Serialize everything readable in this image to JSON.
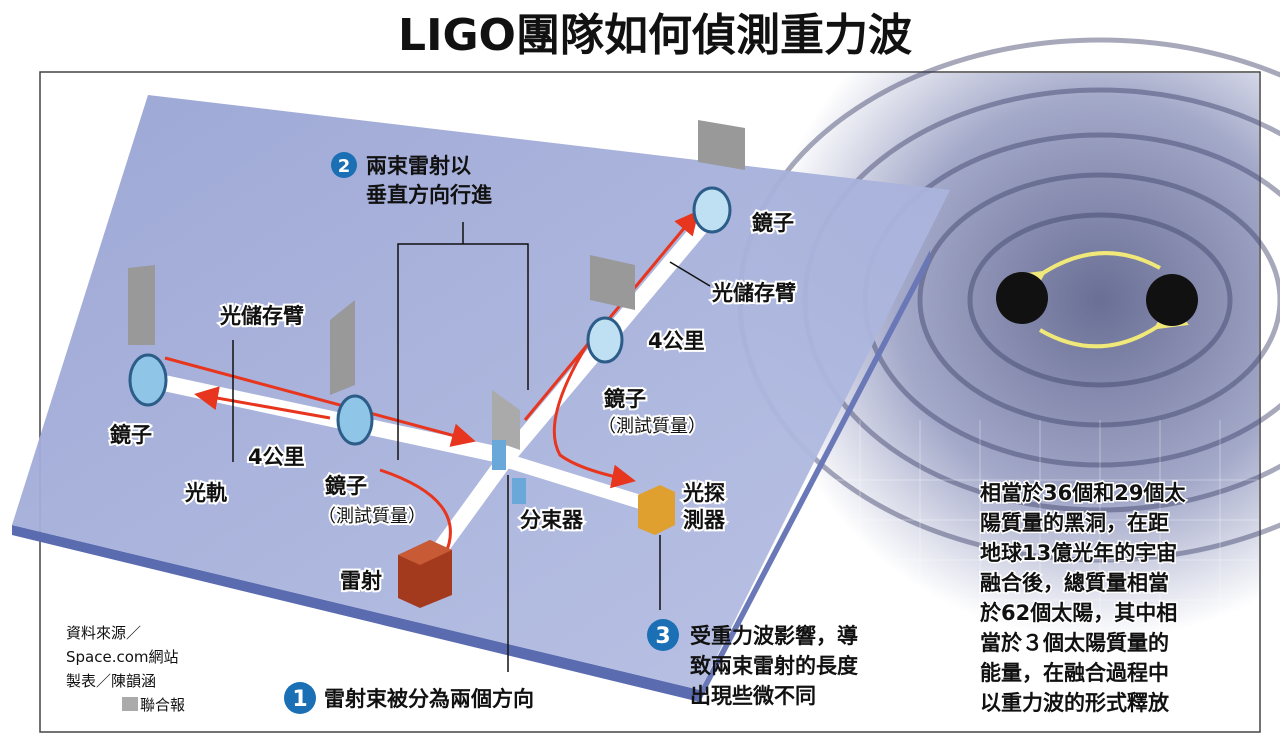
{
  "title": "LIGO團隊如何偵測重力波",
  "labels": {
    "mirror": "鏡子",
    "mirror_test_mass": "鏡子",
    "test_mass": "（測試質量）",
    "storage_arm": "光儲存臂",
    "distance": "4公里",
    "light_track": "光軌",
    "splitter": "分束器",
    "detector_line1": "光探",
    "detector_line2": "測器",
    "laser": "雷射"
  },
  "steps": [
    {
      "number": "1",
      "lines": [
        "雷射束被分為兩個方向"
      ]
    },
    {
      "number": "2",
      "lines": [
        "兩束雷射以",
        "垂直方向行進"
      ]
    },
    {
      "number": "3",
      "lines": [
        "受重力波影響，導",
        "致兩束雷射的長度",
        "出現些微不同"
      ]
    }
  ],
  "description": [
    "相當於36個和29個太",
    "陽質量的黑洞，在距",
    "地球13億光年的宇宙",
    "融合後，總質量相當",
    "於62個太陽，其中相",
    "當於３個太陽質量的",
    "能量，在融合過程中",
    "以重力波的形式釋放"
  ],
  "credits": [
    "資料來源／",
    "Space.com網站",
    "製表／陳韻涵",
    "聯合報"
  ],
  "colors": {
    "platform": "#aab4dc",
    "beam": "#e8351e",
    "step_badge": "#1a6fb5",
    "laser_box": "#a33a1e",
    "detector_box": "#e0a030",
    "orbit": "#f0e878"
  }
}
